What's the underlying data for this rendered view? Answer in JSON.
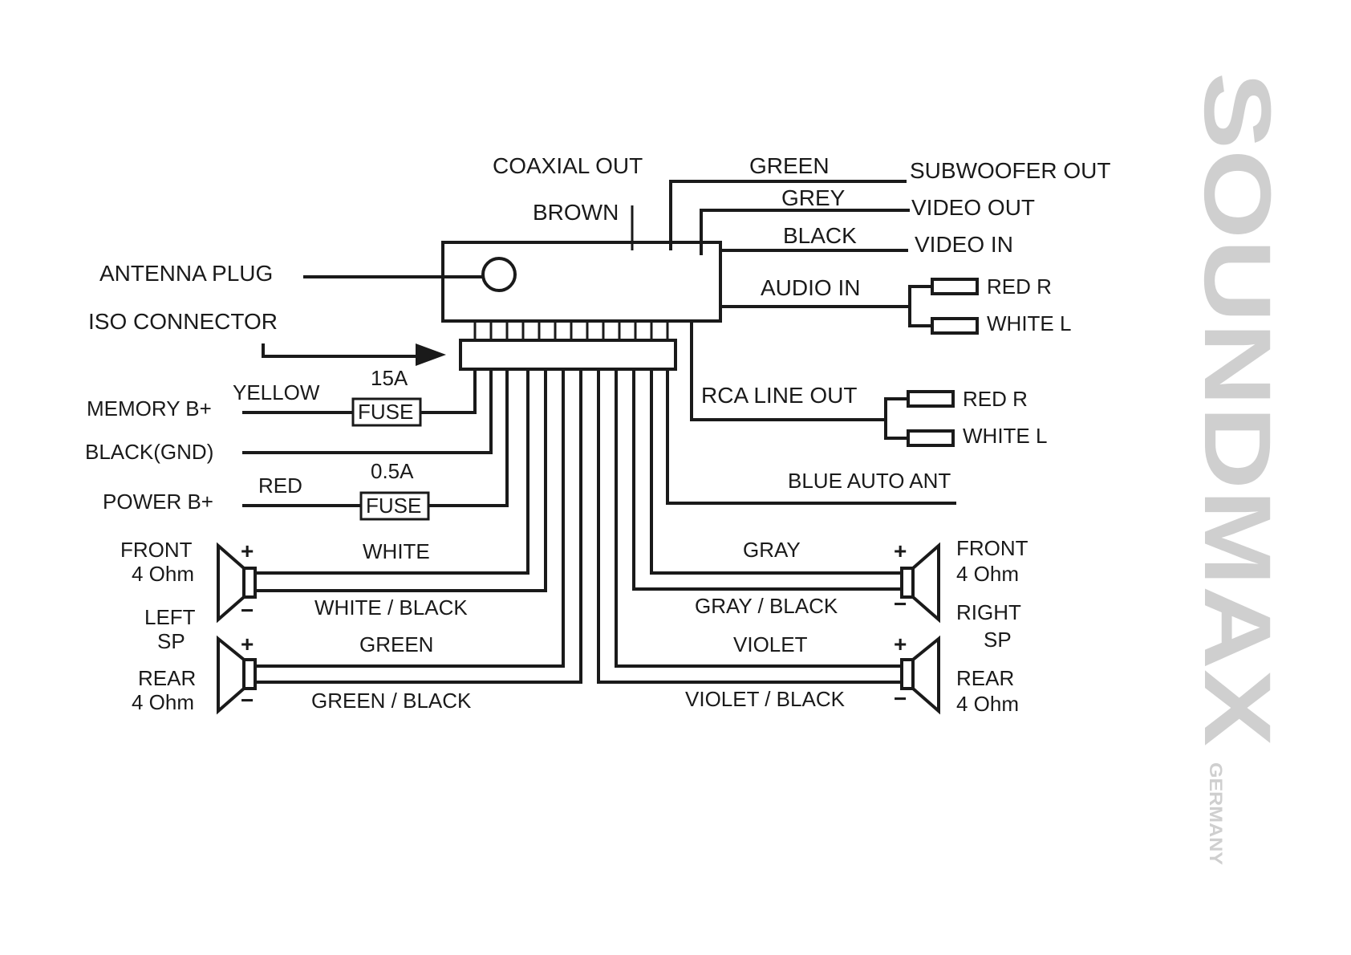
{
  "brand": {
    "name": "SOUNDMAX",
    "sub": "GERMANY"
  },
  "top": {
    "coaxial_out": "COAXIAL OUT",
    "brown": "BROWN",
    "green": "GREEN",
    "subwoofer_out": "SUBWOOFER OUT",
    "grey": "GREY",
    "video_out": "VIDEO OUT",
    "black": "BLACK",
    "video_in": "VIDEO IN",
    "audio_in": "AUDIO IN",
    "audio_red": "RED R",
    "audio_white": "WHITE  L"
  },
  "left": {
    "antenna_plug": "ANTENNA PLUG",
    "iso_connector": "ISO CONNECTOR",
    "memory_b": "MEMORY B+",
    "yellow": "YELLOW",
    "fuse_15a": "15A",
    "fuse_label_1": "FUSE",
    "black_gnd": "BLACK(GND)",
    "power_b": "POWER B+",
    "red": "RED",
    "fuse_05a": "0.5A",
    "fuse_label_2": "FUSE"
  },
  "right": {
    "rca_line_out": "RCA LINE OUT",
    "rca_red": "RED R",
    "rca_white": "WHITE  L",
    "blue_auto_ant": "BLUE  AUTO ANT"
  },
  "speakers": {
    "left_front_1": "FRONT",
    "left_front_2": "4 Ohm",
    "left_sp_1": "LEFT",
    "left_sp_2": "SP",
    "left_rear_1": "REAR",
    "left_rear_2": "4 Ohm",
    "right_front_1": "FRONT",
    "right_front_2": "4 Ohm",
    "right_sp_1": "RIGHT",
    "right_sp_2": "SP",
    "right_rear_1": "REAR",
    "right_rear_2": "4 Ohm",
    "white": "WHITE",
    "white_black": "WHITE / BLACK",
    "green": "GREEN",
    "green_black": "GREEN / BLACK",
    "gray": "GRAY",
    "gray_black": "GRAY / BLACK",
    "violet": "VIOLET",
    "violet_black": "VIOLET / BLACK",
    "plus": "+",
    "minus": "−"
  }
}
